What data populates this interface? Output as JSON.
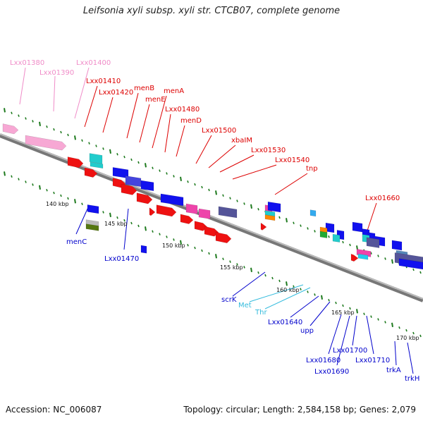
{
  "title": "Leifsonia xyli subsp. xyli str. CTCB07, complete genome",
  "footer": {
    "accession": "Accession: NC_006087",
    "summary": "Topology: circular; Length: 2,584,158 bp; Genes: 2,079"
  },
  "colors": {
    "backbone": "#8c8c8c",
    "tick": "#1e7a1e",
    "label_pink": "#f08cc8",
    "label_red": "#dd0000",
    "label_blue": "#0000cc",
    "label_cyan": "#33bbdd"
  },
  "scale_labels": [
    "140 kbp",
    "145 kbp",
    "150 kbp",
    "155 kbp",
    "160 kbp",
    "165 kbp",
    "170 kbp"
  ],
  "gene_labels": {
    "forward_pink": [
      "Lxx01380",
      "Lxx01390",
      "Lxx01400"
    ],
    "forward_red": [
      "Lxx01410",
      "Lxx01420",
      "menB",
      "menE",
      "menA",
      "Lxx01480",
      "menD",
      "Lxx01500",
      "xbaIM",
      "Lxx01530",
      "Lxx01540",
      "tnp",
      "Lxx01660"
    ],
    "reverse_blue": [
      "menC",
      "Lxx01470",
      "scrK",
      "Lxx01640",
      "upp",
      "Lxx01680",
      "Lxx01690",
      "Lxx01700",
      "Lxx01710",
      "trkA",
      "trkH"
    ],
    "reverse_cyan": [
      "Met",
      "Thr"
    ]
  }
}
